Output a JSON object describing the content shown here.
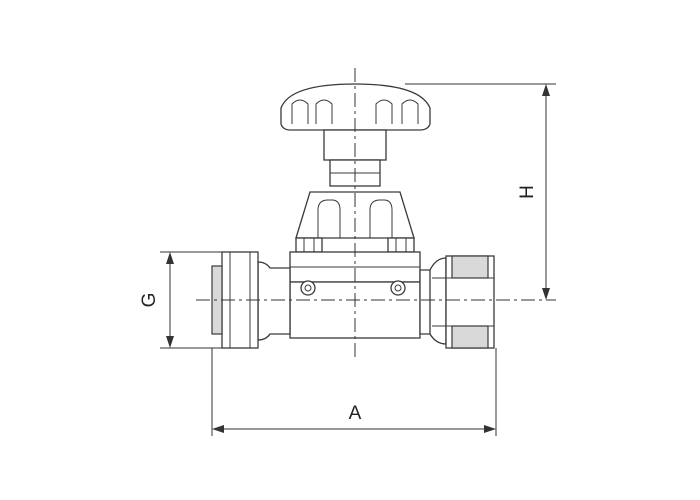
{
  "drawing": {
    "subject": "diaphragm valve",
    "dimensions": {
      "a_label": "A",
      "h_label": "H",
      "g_label": "G"
    },
    "colors": {
      "line": "#3a3a3a",
      "shading": "#d9d9d9",
      "background": "#ffffff"
    }
  }
}
